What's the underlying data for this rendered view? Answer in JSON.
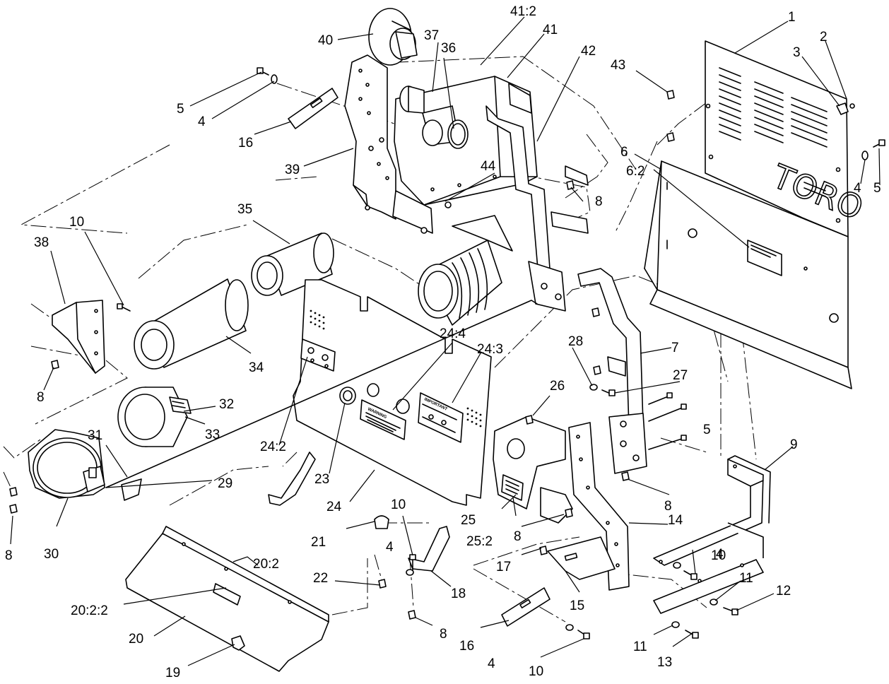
{
  "diagram": {
    "callouts": [
      {
        "id": "c1",
        "text": "1"
      },
      {
        "id": "c2",
        "text": "2"
      },
      {
        "id": "c3",
        "text": "3"
      },
      {
        "id": "c4a",
        "text": "4"
      },
      {
        "id": "c4b",
        "text": "4"
      },
      {
        "id": "c4c",
        "text": "4"
      },
      {
        "id": "c4d",
        "text": "4"
      },
      {
        "id": "c4e",
        "text": "4"
      },
      {
        "id": "c5a",
        "text": "5"
      },
      {
        "id": "c5b",
        "text": "5"
      },
      {
        "id": "c5c",
        "text": "5"
      },
      {
        "id": "c6",
        "text": "6"
      },
      {
        "id": "c6_2",
        "text": "6:2"
      },
      {
        "id": "c7",
        "text": "7"
      },
      {
        "id": "c8a",
        "text": "8"
      },
      {
        "id": "c8b",
        "text": "8"
      },
      {
        "id": "c8c",
        "text": "8"
      },
      {
        "id": "c8d",
        "text": "8"
      },
      {
        "id": "c8e",
        "text": "8"
      },
      {
        "id": "c8f",
        "text": "8"
      },
      {
        "id": "c9",
        "text": "9"
      },
      {
        "id": "c10a",
        "text": "10"
      },
      {
        "id": "c10b",
        "text": "10"
      },
      {
        "id": "c10c",
        "text": "10"
      },
      {
        "id": "c10d",
        "text": "10"
      },
      {
        "id": "c11a",
        "text": "11"
      },
      {
        "id": "c11b",
        "text": "11"
      },
      {
        "id": "c12",
        "text": "12"
      },
      {
        "id": "c13",
        "text": "13"
      },
      {
        "id": "c14",
        "text": "14"
      },
      {
        "id": "c15",
        "text": "15"
      },
      {
        "id": "c16a",
        "text": "16"
      },
      {
        "id": "c16b",
        "text": "16"
      },
      {
        "id": "c17",
        "text": "17"
      },
      {
        "id": "c18",
        "text": "18"
      },
      {
        "id": "c19",
        "text": "19"
      },
      {
        "id": "c20",
        "text": "20"
      },
      {
        "id": "c20_2",
        "text": "20:2"
      },
      {
        "id": "c20_2_2",
        "text": "20:2:2"
      },
      {
        "id": "c21",
        "text": "21"
      },
      {
        "id": "c22",
        "text": "22"
      },
      {
        "id": "c23",
        "text": "23"
      },
      {
        "id": "c24",
        "text": "24"
      },
      {
        "id": "c24_2",
        "text": "24:2"
      },
      {
        "id": "c24_3",
        "text": "24:3"
      },
      {
        "id": "c24_4",
        "text": "24:4"
      },
      {
        "id": "c25",
        "text": "25"
      },
      {
        "id": "c25_2",
        "text": "25:2"
      },
      {
        "id": "c26",
        "text": "26"
      },
      {
        "id": "c27",
        "text": "27"
      },
      {
        "id": "c28",
        "text": "28"
      },
      {
        "id": "c29",
        "text": "29"
      },
      {
        "id": "c30",
        "text": "30"
      },
      {
        "id": "c31",
        "text": "31"
      },
      {
        "id": "c32",
        "text": "32"
      },
      {
        "id": "c33",
        "text": "33"
      },
      {
        "id": "c34",
        "text": "34"
      },
      {
        "id": "c35",
        "text": "35"
      },
      {
        "id": "c36",
        "text": "36"
      },
      {
        "id": "c37",
        "text": "37"
      },
      {
        "id": "c38",
        "text": "38"
      },
      {
        "id": "c39",
        "text": "39"
      },
      {
        "id": "c40",
        "text": "40"
      },
      {
        "id": "c41",
        "text": "41"
      },
      {
        "id": "c41_2",
        "text": "41:2"
      },
      {
        "id": "c42",
        "text": "42"
      },
      {
        "id": "c43",
        "text": "43"
      },
      {
        "id": "c44",
        "text": "44"
      }
    ],
    "decal_warning": "WARNING",
    "decal_important": "IMPORTANT",
    "cover_logo": "TORO"
  }
}
